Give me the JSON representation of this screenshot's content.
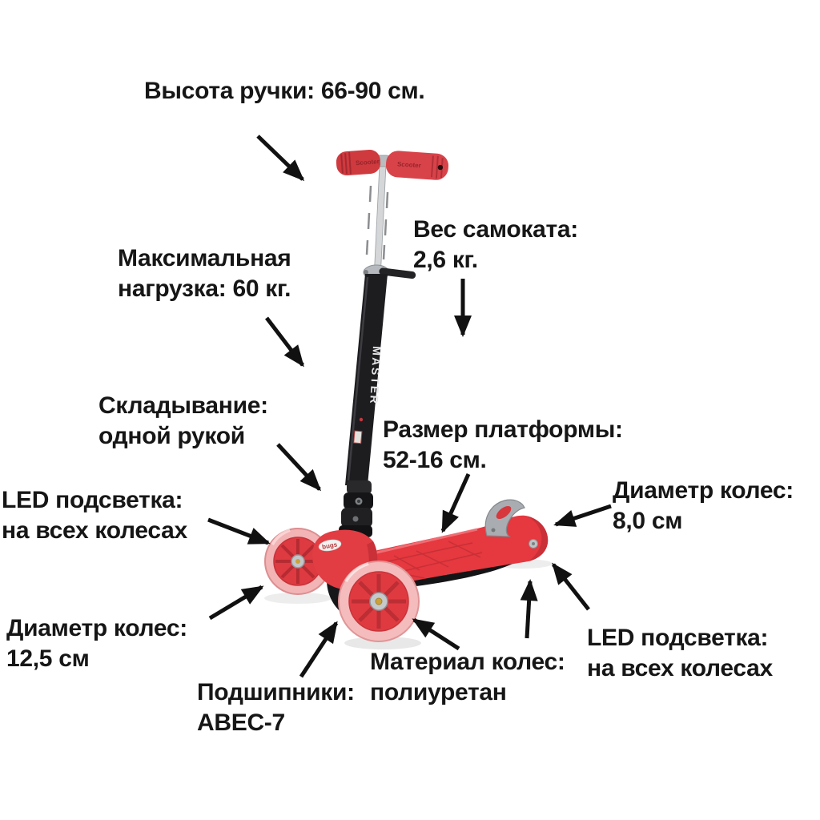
{
  "figure": {
    "type": "annotated-product-infographic",
    "background_color": "#ffffff",
    "text_color": "#161616",
    "arrow_color": "#111111"
  },
  "product": {
    "kind": "three-wheel kick scooter",
    "stem_brand": "MASTER",
    "grip_brand": "Scooter",
    "deck_logo": "bugs",
    "deck_color": "#e5383f",
    "stem_color": "#1d1d20",
    "grip_color": "#d8434a",
    "wheel_rim_color": "#f4bcbd",
    "wheel_core_color": "#e03a41",
    "fender_color": "#a9adb1"
  },
  "labels": {
    "handle_height": {
      "lines": [
        "Высота ручки: 66-90 см."
      ]
    },
    "weight": {
      "lines": [
        "Вес самоката:",
        "2,6 кг."
      ]
    },
    "max_load": {
      "lines": [
        "Максимальная",
        "нагрузка: 60 кг."
      ]
    },
    "folding": {
      "lines": [
        "Складывание:",
        "одной рукой"
      ]
    },
    "platform": {
      "lines": [
        "Размер платформы:",
        "52-16 см."
      ]
    },
    "wheel_rear_diameter": {
      "lines": [
        "Диаметр колес:",
        "8,0 см"
      ]
    },
    "led_front": {
      "lines": [
        "LED подсветка:",
        "на всех колесах"
      ]
    },
    "wheel_front_diameter": {
      "lines": [
        "Диаметр колес:",
        "12,5 см"
      ]
    },
    "bearings": {
      "lines": [
        "Подшипники:",
        "ABEC-7"
      ]
    },
    "wheel_material": {
      "lines": [
        "Материал колес:",
        "полиуретан"
      ]
    },
    "led_rear": {
      "lines": [
        "LED подсветка:",
        "на всех колесах"
      ]
    }
  }
}
